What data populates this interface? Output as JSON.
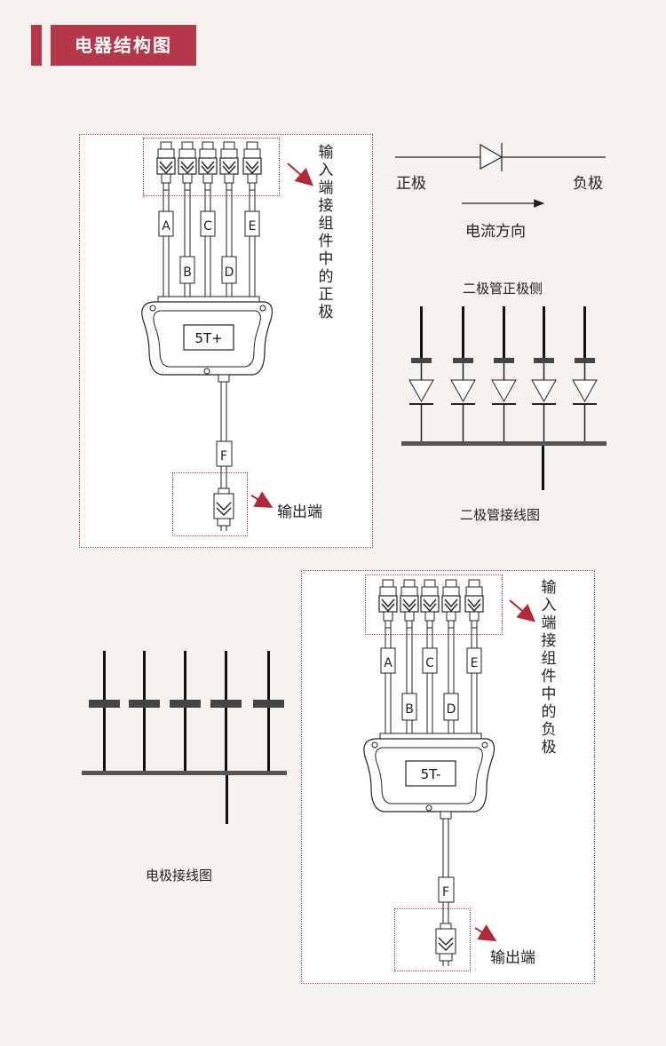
{
  "header": {
    "title": "电器结构图"
  },
  "panel_positive": {
    "input_label": "输入端接组件中的正极",
    "output_label": "输出端",
    "cable_labels": [
      "A",
      "B",
      "C",
      "D",
      "E"
    ],
    "output_cable_label": "F",
    "box_label": "5T+"
  },
  "panel_negative": {
    "input_label": "输入端接组件中的负极",
    "output_label": "输出端",
    "cable_labels": [
      "A",
      "B",
      "C",
      "D",
      "E"
    ],
    "output_cable_label": "F",
    "box_label": "5T-"
  },
  "diode_symbol": {
    "anode_label": "正极",
    "cathode_label": "负极",
    "current_label": "电流方向"
  },
  "diode_wiring": {
    "top_label": "二极管正极侧",
    "bottom_label": "二极管接线图"
  },
  "electrode_wiring": {
    "label": "电极接线图"
  },
  "colors": {
    "accent": "#b5384a",
    "arrow": "#b0283a",
    "border": "#c0444a",
    "background": "#f5f2f0"
  }
}
